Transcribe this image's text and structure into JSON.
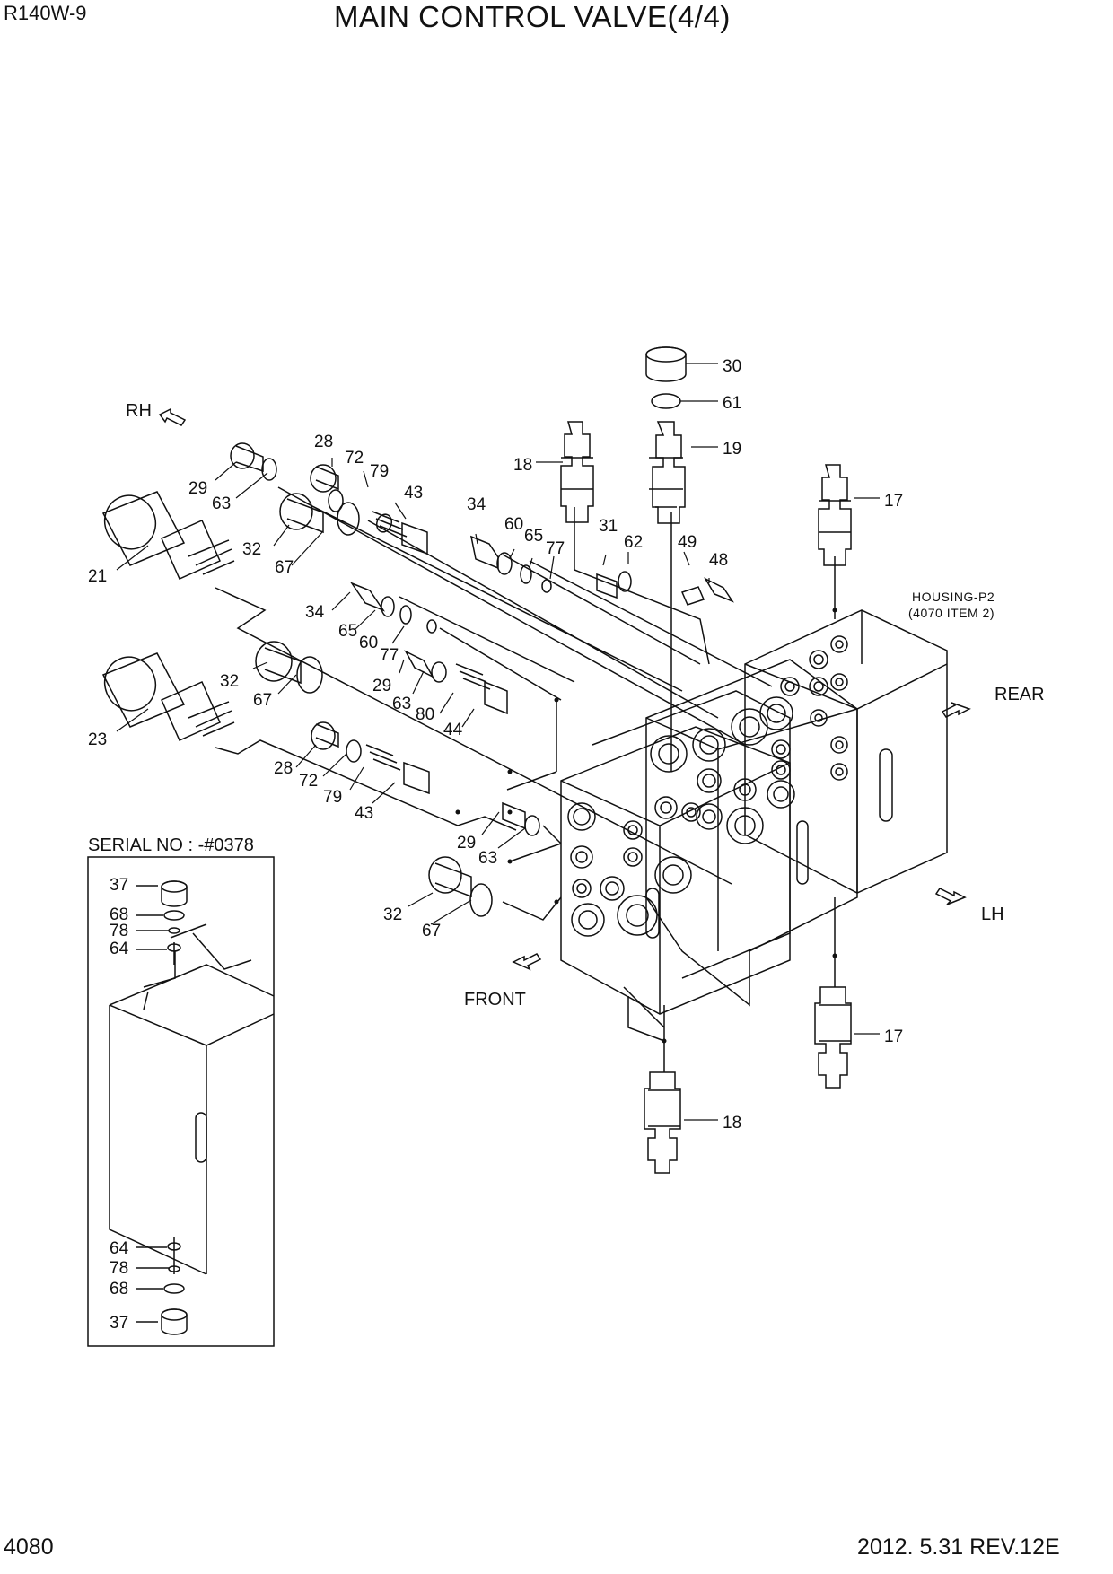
{
  "header": {
    "model": "R140W-9",
    "title": "MAIN CONTROL VALVE(4/4)"
  },
  "footer": {
    "page_number": "4080",
    "date_rev": "2012. 5.31  REV.12E"
  },
  "direction_labels": {
    "rh": "RH",
    "rear": "REAR",
    "lh": "LH",
    "front": "FRONT"
  },
  "housing_note": {
    "line1": "HOUSING-P2",
    "line2": "(4070 ITEM 2)"
  },
  "serial_box": {
    "title": "SERIAL NO : -#0378",
    "top_callouts": [
      "37",
      "68",
      "78",
      "64"
    ],
    "bottom_callouts": [
      "64",
      "78",
      "68",
      "37"
    ]
  },
  "callouts": {
    "c30": "30",
    "c61": "61",
    "c19": "19",
    "c18_top": "18",
    "c17_top": "17",
    "c28_top": "28",
    "c72_top": "72",
    "c79_top": "79",
    "c43_top": "43",
    "c29_top": "29",
    "c63_top": "63",
    "c32_top": "32",
    "c67_top": "67",
    "c21": "21",
    "c34_top": "34",
    "c60_top": "60",
    "c65_top": "65",
    "c77_top": "77",
    "c31": "31",
    "c62": "62",
    "c49": "49",
    "c48": "48",
    "c34_mid": "34",
    "c65_mid": "65",
    "c60_mid": "60",
    "c77_mid": "77",
    "c32_mid": "32",
    "c67_mid": "67",
    "c29_mid": "29",
    "c63_mid": "63",
    "c80": "80",
    "c44": "44",
    "c23": "23",
    "c28_low": "28",
    "c72_low": "72",
    "c79_low": "79",
    "c43_low": "43",
    "c29_low": "29",
    "c63_low": "63",
    "c32_low": "32",
    "c67_low": "67",
    "c17_bot": "17",
    "c18_bot": "18"
  }
}
